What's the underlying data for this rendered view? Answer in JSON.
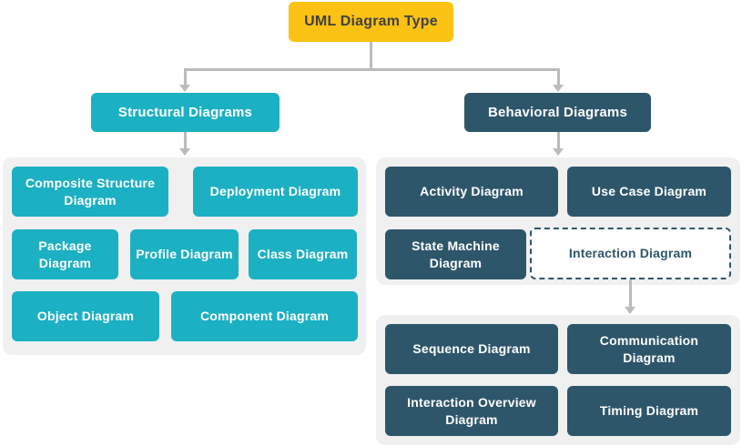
{
  "colors": {
    "yellow": "#FCC213",
    "teal": "#1CB0C3",
    "navy": "#2E566A",
    "group-bg": "#F0F0F0",
    "connector": "#BBBBBB",
    "root-text": "#414042"
  },
  "root": {
    "label": "UML Diagram Type"
  },
  "structural": {
    "header": "Structural Diagrams",
    "items": [
      "Composite Structure Diagram",
      "Deployment Diagram",
      "Package Diagram",
      "Profile Diagram",
      "Class Diagram",
      "Object Diagram",
      "Component Diagram"
    ]
  },
  "behavioral": {
    "header": "Behavioral Diagrams",
    "items": [
      "Activity Diagram",
      "Use Case Diagram",
      "State Machine Diagram",
      "Interaction Diagram"
    ],
    "interaction_children": [
      "Sequence Diagram",
      "Communication Diagram",
      "Interaction Overview Diagram",
      "Timing Diagram"
    ]
  }
}
